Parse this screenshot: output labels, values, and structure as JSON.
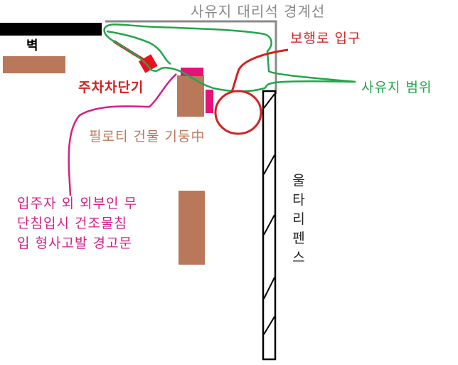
{
  "labels": {
    "boundary": "사유지 대리석 경계선",
    "wall": "벽",
    "entrance": "보행로 입구",
    "parking_barrier": "주차차단기",
    "private_range": "사유지 범위",
    "pillar": "필로티 건물 기둥中",
    "fence": [
      "울",
      "타",
      "리",
      "펜",
      "스"
    ],
    "warning": [
      "입주자 외 외부인 무",
      "단침입시 건조물침",
      "입 형사고발 경고문"
    ]
  },
  "colors": {
    "wall": "#000000",
    "boundary_line": "#8a8a8a",
    "brown_block": "#b9785a",
    "barrier_red": "#e8121f",
    "entrance_red": "#d42020",
    "range_green": "#22a64a",
    "warning_pink": "#d61f86",
    "pink_marker": "#e6127a",
    "fence": "#000000"
  }
}
